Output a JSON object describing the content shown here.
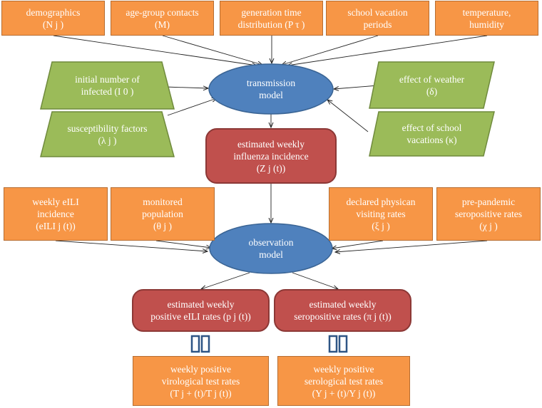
{
  "inputs_top": [
    {
      "line1": "demographics",
      "line2": "(N j )"
    },
    {
      "line1": "age-group contacts",
      "line2": "(M)"
    },
    {
      "line1": "generation time",
      "line2": "distribution (P τ )"
    },
    {
      "line1": "school vacation",
      "line2": "periods"
    },
    {
      "line1": "temperature,",
      "line2": "humidity"
    }
  ],
  "params_left": [
    {
      "line1": "initial number of",
      "line2": "infected (I 0 )"
    },
    {
      "line1": "susceptibility factors",
      "line2": "(λ j )"
    }
  ],
  "params_right": [
    {
      "line1": "effect of weather",
      "line2": "(δ)"
    },
    {
      "line1": "effect of school",
      "line2": "vacations (κ)"
    }
  ],
  "transmission_model": {
    "line1": "transmission",
    "line2": "model"
  },
  "incidence": {
    "line1": "estimated weekly",
    "line2": "influenza incidence",
    "line3": "(Z j (t))"
  },
  "inputs_left": [
    {
      "line1": "weekly eILI",
      "line2": "incidence",
      "line3": "(eILI j (t))"
    },
    {
      "line1": "monitored",
      "line2": "population",
      "line3": "(θ j )"
    }
  ],
  "inputs_right": [
    {
      "line1": "declared physican",
      "line2": "visiting rates",
      "line3": "(ξ j )"
    },
    {
      "line1": "pre-pandemic",
      "line2": "seropositive rates",
      "line3": "(χ j )"
    }
  ],
  "observation_model": {
    "line1": "observation",
    "line2": "model"
  },
  "outputs": [
    {
      "line1": "estimated weekly",
      "line2": "positive eILI rates (p j (t))"
    },
    {
      "line1": "estimated weekly",
      "line2": "seropositive rates (π j (t))"
    }
  ],
  "tests": [
    {
      "line1": "weekly positive",
      "line2": "virological test rates",
      "line3": "(T j + (t)/T j (t))"
    },
    {
      "line1": "weekly positive",
      "line2": "serological test rates",
      "line3": "(Y j + (t)/Y j (t))"
    }
  ],
  "colors": {
    "orange": "#f79646",
    "green": "#9bbb59",
    "blue": "#4f81bd",
    "red": "#c0504d",
    "equals_outline": "#2e5585"
  }
}
